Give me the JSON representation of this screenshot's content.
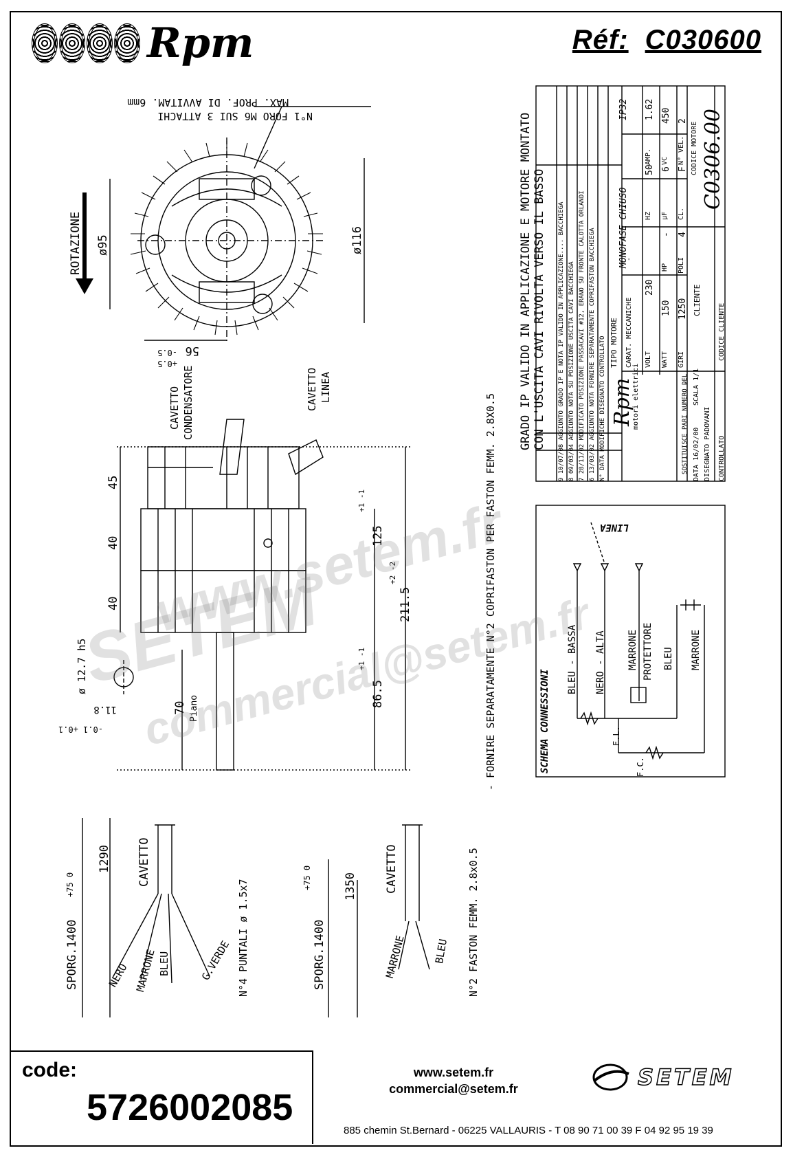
{
  "header": {
    "brand": "Rpm",
    "ref_label": "Réf:",
    "ref_value": "C030600"
  },
  "drawing": {
    "top_view": {
      "note_line1": "N°1 FORO M6 SUI 3 ATTACHI",
      "note_line2": "MAX. PROF. DI AVVITAM. 6mm",
      "rotation_label": "ROTAZIONE",
      "dim_95": "ø95",
      "dim_116": "ø116",
      "dim_56": "56",
      "dim_56_tol_minus": "-0.5",
      "dim_56_tol_plus": "+0.5"
    },
    "side_view": {
      "cable_condenser": "CAVETTO",
      "cable_condenser_2": "CONDENSATORE",
      "cable_line": "CAVETTO",
      "cable_line_2": "LINEA",
      "dim_45": "45",
      "dim_40a": "40",
      "dim_40b": "40",
      "dim_125": "125",
      "dim_125_tol": "+1 -1",
      "dim_2115": "211.5",
      "dim_2115_tol": "+2 -2",
      "dim_865": "86.5",
      "dim_865_tol": "+1 -1",
      "dim_70": "70",
      "piano": "Piano",
      "shaft": "ø 12.7 h5",
      "flat": "11.8",
      "flat_tol": "-0.1 +0.1",
      "note": "- FORNIRE SEPARATAMENTE N°2 COPRIFASTON PER FASTON FEMM. 2.8X0.5"
    },
    "title_block": {
      "note_line1": "GRADO IP VALIDO IN APPLICAZIONE E MOTORE MONTATO",
      "note_line2": "CON L'USCITA CAVI RIVOLTA VERSO IL BASSO",
      "revisions": [
        {
          "n": "9",
          "date": "10/07/08",
          "text": "AGGIUNTO GRADO IP E NOTA IP VALIDO IN APPLICAZIONE....",
          "by": "BACCHIEGA"
        },
        {
          "n": "8",
          "date": "09/03/04",
          "text": "AGGIUNTO NOTA SU POSIZIONE USCITA CAVI",
          "by": "BACCHIEGA"
        },
        {
          "n": "7",
          "date": "28/11/02",
          "text": "MODIFICATO POSIZIONE PASSACAVI #12, ERANO SU FRONTE CALOTTA",
          "by": "ORLANDI"
        },
        {
          "n": "6",
          "date": "13/03/02",
          "text": "AGGIUNTO NOTA FORNIRE SEPARATAMENTE COPRIFASTON",
          "by": "BACCHIEGA"
        }
      ],
      "rev_n_label": "N°",
      "rev_date_label": "DATA",
      "rev_text_label": "MODIFICHE",
      "rev_by_label": "DISEGNATO",
      "rev_ctrl_label": "CONTROLLATO",
      "company_sub": "motori elettrici",
      "tipo_motore_label": "TIPO MOTORE",
      "tipo_motore": "MONOFASE CHIUSO",
      "ip": "IP32",
      "carat_label": "CARAT. MECCANICHE",
      "carat_value": "-",
      "volt_label": "VOLT",
      "volt": "230",
      "hz_label": "HZ",
      "hz": "50",
      "amp_label": "AMP.",
      "amp": "1.62",
      "watt_label": "WATT",
      "watt": "150",
      "hp_label": "HP",
      "hp": "-",
      "uf_label": "µF",
      "uf": "6",
      "vc_label": "VC",
      "vc": "450",
      "giri_label": "GIRI",
      "giri": "1250",
      "poli_label": "POLI",
      "poli": "4",
      "cl_label": "CL.",
      "cl": "F",
      "vel_label": "N° VEL.",
      "vel": "2",
      "sostituisce_label": "SOSTITUISCE PARI NUMERO DEL",
      "sostituisce_value": "-",
      "data_label": "DATA",
      "data_value": "16/02/00",
      "scala_label": "SCALA",
      "scala_value": "1/1",
      "disegnato_label": "DISEGNATO",
      "disegnato_value": "PADOVANI",
      "controllato_label": "CONTROLLATO",
      "cliente_label": "CLIENTE",
      "codice_cliente_label": "CODICE CLIENTE",
      "codice_motore_label": "CODICE MOTORE",
      "codice_motore": "C0306.00"
    },
    "schema": {
      "title": "SCHEMA CONNESSIONI",
      "linea": "LINEA",
      "wires": [
        "BLEU - BASSA",
        "NERO - ALTA",
        "MARRONE",
        "PROTETTORE",
        "BLEU",
        "MARRONE"
      ],
      "fl": "F.L.",
      "fc": "F.C."
    },
    "cable_left": {
      "cavetto": "CAVETTO",
      "len": "1290",
      "sporg": "SPORG.1400",
      "sporg_tol": "+75 0",
      "wires": [
        "NERO",
        "MARRONE",
        "BLEU",
        "G.VERDE"
      ],
      "note": "N°4 PUNTALI ø 1.5x7"
    },
    "cable_right": {
      "cavetto": "CAVETTO",
      "len": "1350",
      "sporg": "SPORG.1400",
      "sporg_tol": "+75 0",
      "wires": [
        "MARRONE",
        "BLEU"
      ],
      "note": "N°2 FASTON FEMM. 2.8x0.5"
    }
  },
  "watermarks": [
    "www.setem.fr",
    "SETEM",
    "commercial@setem.fr"
  ],
  "footer": {
    "code_label": "code:",
    "code_value": "5726002085",
    "web": "www.setem.fr",
    "email": "commercial@setem.fr",
    "address": "885 chemin St.Bernard  -  06225 VALLAURIS  -  T 08 90 71 00 39  F 04 92 95 19 39",
    "setem_logo": "SETEM"
  }
}
